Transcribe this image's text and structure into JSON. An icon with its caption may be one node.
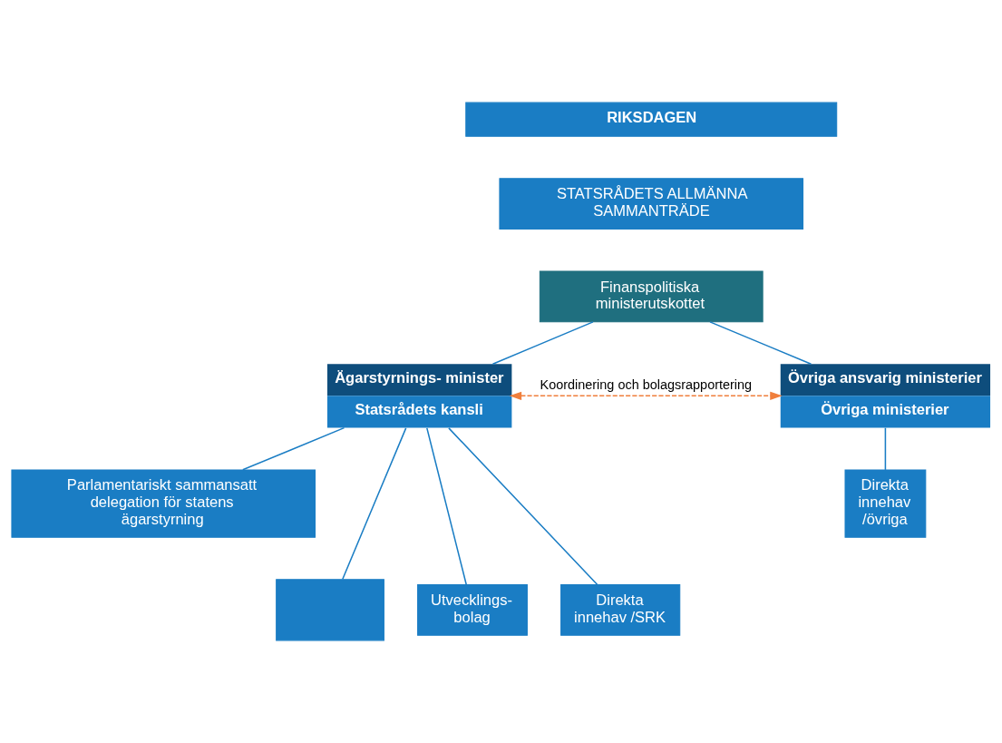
{
  "diagram": {
    "nodes": [
      {
        "text": [
          "RIKSDAGEN"
        ]
      },
      {
        "text": [
          "STATSRÅDETS ALLMÄNNA SAMMANTRÄDE"
        ]
      },
      {
        "text": [
          "Finanspolitiska ministerutskottet"
        ]
      },
      {
        "text": [
          "Ägarstyrnings- minister",
          "Statsrådets kansli"
        ]
      },
      {
        "text": [
          "Övriga ansvarig ministerier",
          "Övriga ministerier"
        ]
      },
      {
        "text": [
          "Parlamentariskt sammansatt delegation för statens ägarstyrning"
        ]
      },
      {
        "text": [],
        "shape": "box"
      },
      {
        "text": [
          "Utvecklings- bolag"
        ]
      },
      {
        "text": [
          "Direkta innehav /SRK"
        ]
      },
      {
        "text": [
          "Direkta innehav /övriga"
        ]
      }
    ],
    "edges": [
      {
        "from": 2,
        "to": 3,
        "arrow": "none"
      },
      {
        "from": 2,
        "to": 4,
        "arrow": "none"
      },
      {
        "from": 3,
        "to": 5,
        "arrow": "none"
      },
      {
        "from": 3,
        "to": 6,
        "arrow": "none"
      },
      {
        "from": 3,
        "to": 7,
        "arrow": "none"
      },
      {
        "from": 3,
        "to": 8,
        "arrow": "none"
      },
      {
        "from": 4,
        "to": 9,
        "arrow": "none"
      },
      {
        "from": 3,
        "to": 4,
        "arrow": "both",
        "label": "Koordinering och bolagsrapportering",
        "style": "dashed",
        "color": "#f07f3c"
      }
    ]
  }
}
